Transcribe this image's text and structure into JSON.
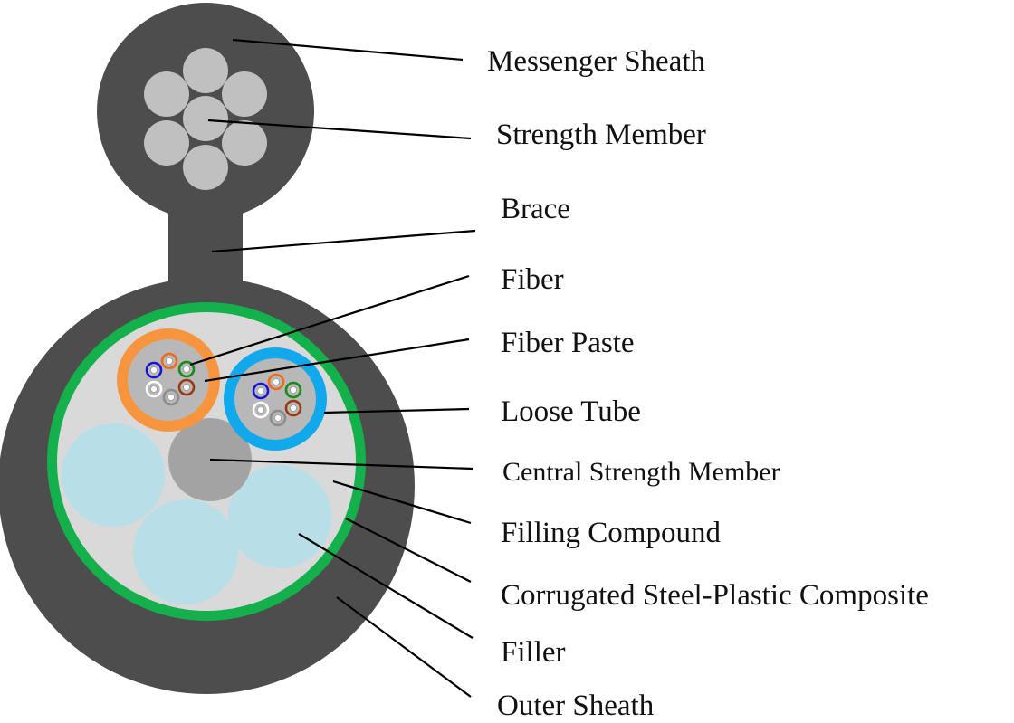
{
  "labels": {
    "messenger_sheath": "Messenger Sheath",
    "strength_member": "Strength Member",
    "brace": "Brace",
    "fiber": "Fiber",
    "fiber_paste": "Fiber Paste",
    "loose_tube": "Loose Tube",
    "central_strength_member": "Central Strength Member",
    "filling_compound": "Filling Compound",
    "corrugated": "Corrugated Steel-Plastic Composite",
    "filler": "Filler",
    "outer_sheath": "Outer Sheath"
  },
  "colors": {
    "sheath": "#4d4d4d",
    "strand": "#c0c0c0",
    "armor": "#13b04b",
    "filling": "#d9d9d9",
    "tube_orange": "#f7953f",
    "tube_blue": "#12a8ec",
    "tube_inner": "#b8b8b8",
    "central_member": "#a3a3a3",
    "filler": "#b8dee8",
    "fiber_colors": [
      "#1515d8",
      "#f06a1a",
      "#178a1a",
      "#ffffff",
      "#8c8c8c",
      "#9a3a10"
    ]
  }
}
